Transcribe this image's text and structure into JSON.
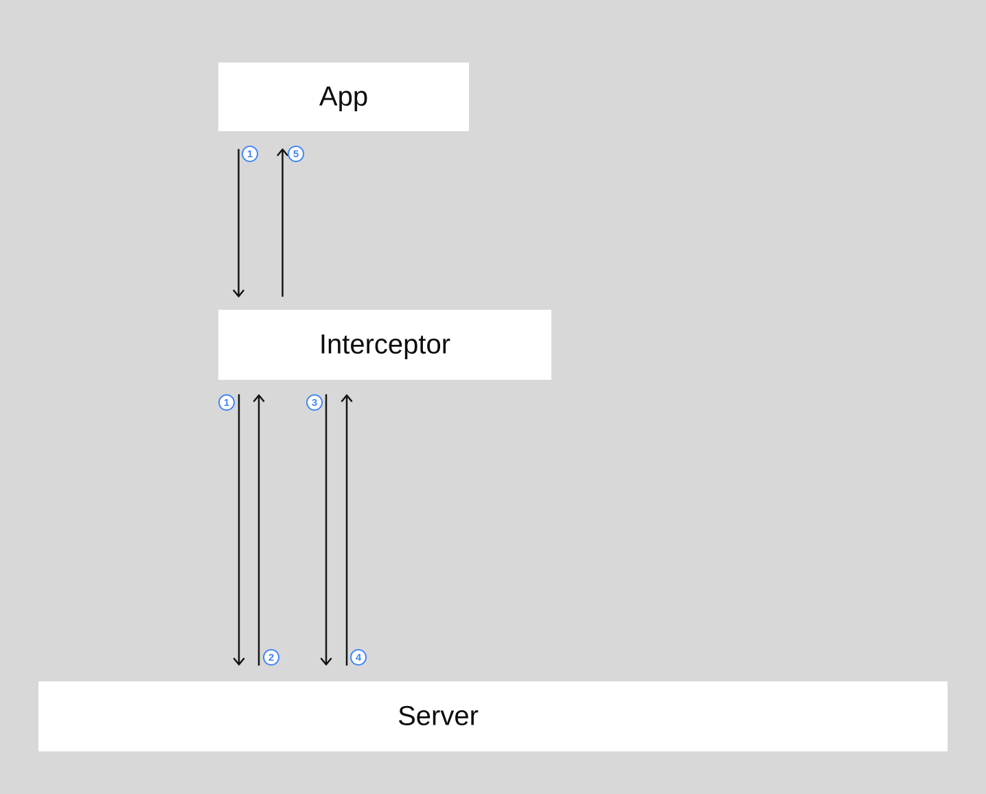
{
  "colors": {
    "background": "#D8D8D8",
    "node_fill": "#FFFFFF",
    "arrow_line": "#141414",
    "badge_accent": "#4285F4"
  },
  "nodes": {
    "app": {
      "label": "App"
    },
    "interceptor": {
      "label": "Interceptor"
    },
    "server": {
      "label": "Server"
    }
  },
  "badges": [
    {
      "id": "badge-step1-top",
      "value": "1"
    },
    {
      "id": "badge-step5-top",
      "value": "5"
    },
    {
      "id": "badge-step1-bottom",
      "value": "1"
    },
    {
      "id": "badge-step3-bottom",
      "value": "3"
    },
    {
      "id": "badge-step2-bottom",
      "value": "2"
    },
    {
      "id": "badge-step4-bottom",
      "value": "4"
    }
  ],
  "arrows": [
    {
      "from": "App",
      "to": "Interceptor",
      "direction": "down",
      "badge": "1"
    },
    {
      "from": "Interceptor",
      "to": "App",
      "direction": "up",
      "badge": "5"
    },
    {
      "from": "Interceptor",
      "to": "Server",
      "direction": "down",
      "badge": "1"
    },
    {
      "from": "Server",
      "to": "Interceptor",
      "direction": "up",
      "badge": "2"
    },
    {
      "from": "Interceptor",
      "to": "Server",
      "direction": "down",
      "badge": "3"
    },
    {
      "from": "Server",
      "to": "Interceptor",
      "direction": "up",
      "badge": "4"
    }
  ]
}
